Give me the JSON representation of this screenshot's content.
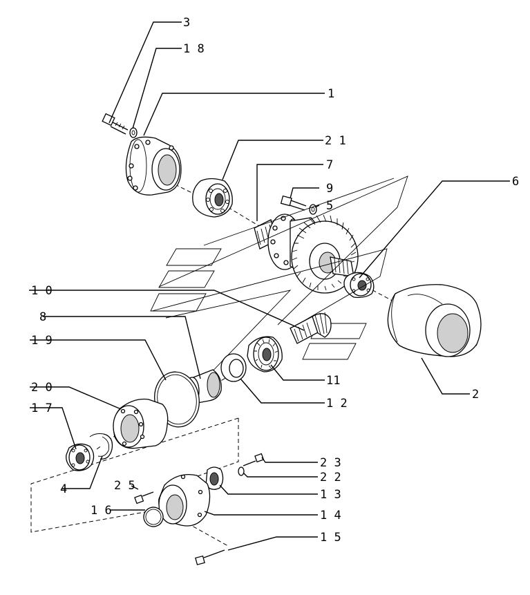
{
  "callouts": {
    "c3": "3",
    "c18": "1 8",
    "c1": "1",
    "c21": "2 1",
    "c7": "7",
    "c9": "9",
    "c5": "5",
    "c6": "6",
    "c10": "1 0",
    "c8": "8",
    "c19": "1 9",
    "c20": "2 0",
    "c17": "1 7",
    "c4": "4",
    "c11": "11",
    "c12": "1 2",
    "c2": "2",
    "c23": "2 3",
    "c22": "2 2",
    "c25": "2 5",
    "c13": "1 3",
    "c16": "1 6",
    "c14": "1 4",
    "c15": "1 5"
  }
}
